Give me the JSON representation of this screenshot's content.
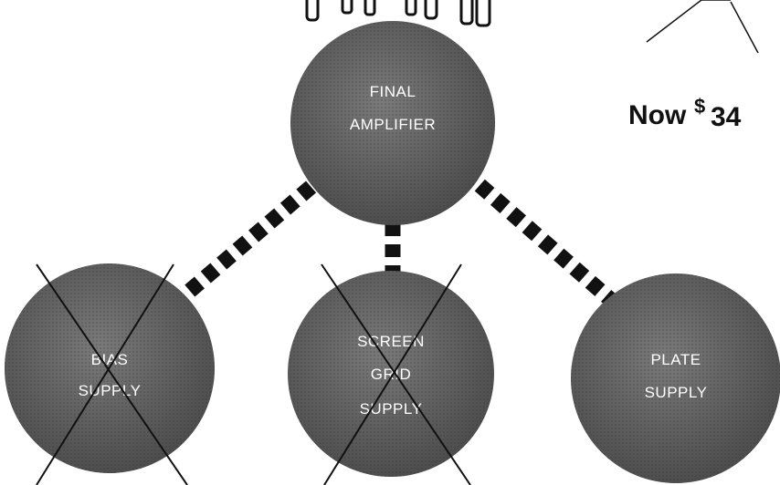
{
  "diagram": {
    "nodes": {
      "final_amplifier": {
        "line1": "FINAL",
        "line2": "AMPLIFIER"
      },
      "bias_supply": {
        "line1": "BIAS",
        "line2": "SUPPLY"
      },
      "screen_grid_supply": {
        "line1": "SCREEN",
        "line2": "GRID",
        "line3": "SUPPLY"
      },
      "plate_supply": {
        "line1": "PLATE",
        "line2": "SUPPLY"
      }
    },
    "crossed_out": [
      "bias_supply",
      "screen_grid_supply"
    ]
  },
  "price": {
    "prefix": "Now",
    "currency": "$",
    "amount": "34"
  },
  "colors": {
    "node_fill": "#5e5e5e",
    "connector": "#111111",
    "background": "#ffffff"
  }
}
